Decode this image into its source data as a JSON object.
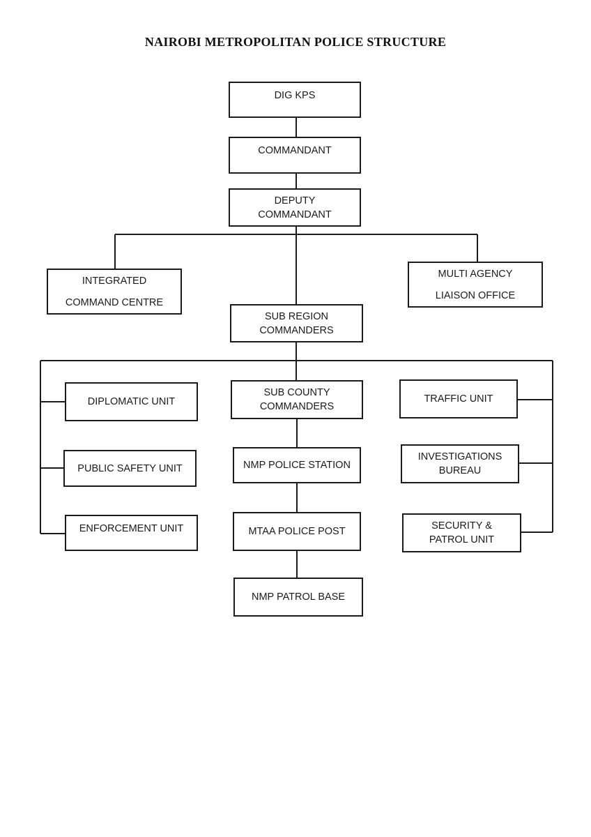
{
  "title": "NAIROBI METROPOLITAN POLICE STRUCTURE",
  "nodes": {
    "dig": [
      "DIG KPS"
    ],
    "commandant": [
      "COMMANDANT"
    ],
    "deputy": [
      "DEPUTY",
      "COMMANDANT"
    ],
    "icc": [
      "INTEGRATED",
      "COMMAND CENTRE"
    ],
    "malo": [
      "MULTI AGENCY",
      "LIAISON OFFICE"
    ],
    "subregion": [
      "SUB REGION",
      "COMMANDERS"
    ],
    "subcounty": [
      "SUB COUNTY",
      "COMMANDERS"
    ],
    "station": [
      "NMP POLICE STATION"
    ],
    "mtaa": [
      "MTAA POLICE POST"
    ],
    "patrolbase": [
      "NMP PATROL BASE"
    ],
    "diplomatic": [
      "DIPLOMATIC UNIT"
    ],
    "publicsafety": [
      "PUBLIC SAFETY UNIT"
    ],
    "enforcement": [
      "ENFORCEMENT UNIT"
    ],
    "traffic": [
      "TRAFFIC UNIT"
    ],
    "investigations": [
      "INVESTIGATIONS",
      "BUREAU"
    ],
    "security": [
      "SECURITY &",
      "PATROL UNIT"
    ]
  }
}
